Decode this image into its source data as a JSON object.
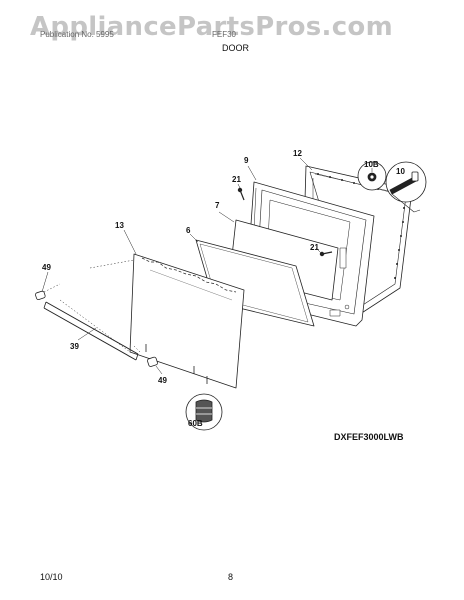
{
  "watermark": "AppliancePartsPros.com",
  "header": {
    "left_text": "Publication No. 5995",
    "mid_text": "FEF30",
    "title": "DOOR"
  },
  "diagram": {
    "model": "DXFEF3000LWB",
    "part_labels": {
      "p9": "9",
      "p12": "12",
      "p21a": "21",
      "p10b": "10B",
      "p10": "10",
      "p7": "7",
      "p13": "13",
      "p6": "6",
      "p21b": "21",
      "p49a": "49",
      "p39": "39",
      "p49b": "49",
      "p60b": "60B"
    }
  },
  "footer": {
    "date": "10/10",
    "page": "8"
  }
}
